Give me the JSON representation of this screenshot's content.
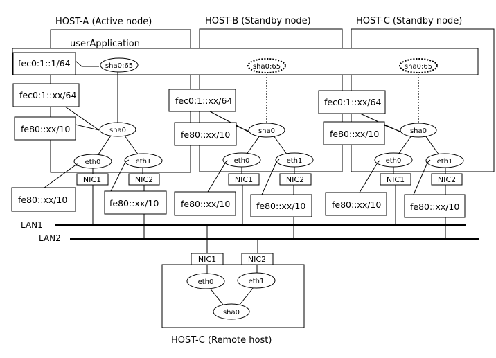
{
  "hosts": [
    {
      "title": "HOST-A (Active node)"
    },
    {
      "title": "HOST-B (Standby node)"
    },
    {
      "title": "HOST-C (Standby node)"
    }
  ],
  "remote": {
    "title": "HOST-C (Remote host)"
  },
  "user_application": "userApplication",
  "labels": {
    "takeover_addr": "fec0:1::1/64",
    "physical_addr": "fec0:1::xx/64",
    "link_local": "fe80::xx/10"
  },
  "nodes": {
    "sha0_65": "sha0:65",
    "sha0": "sha0",
    "eth0": "eth0",
    "eth1": "eth1",
    "nic1": "NIC1",
    "nic2": "NIC2"
  },
  "lans": {
    "lan1": "LAN1",
    "lan2": "LAN2"
  }
}
